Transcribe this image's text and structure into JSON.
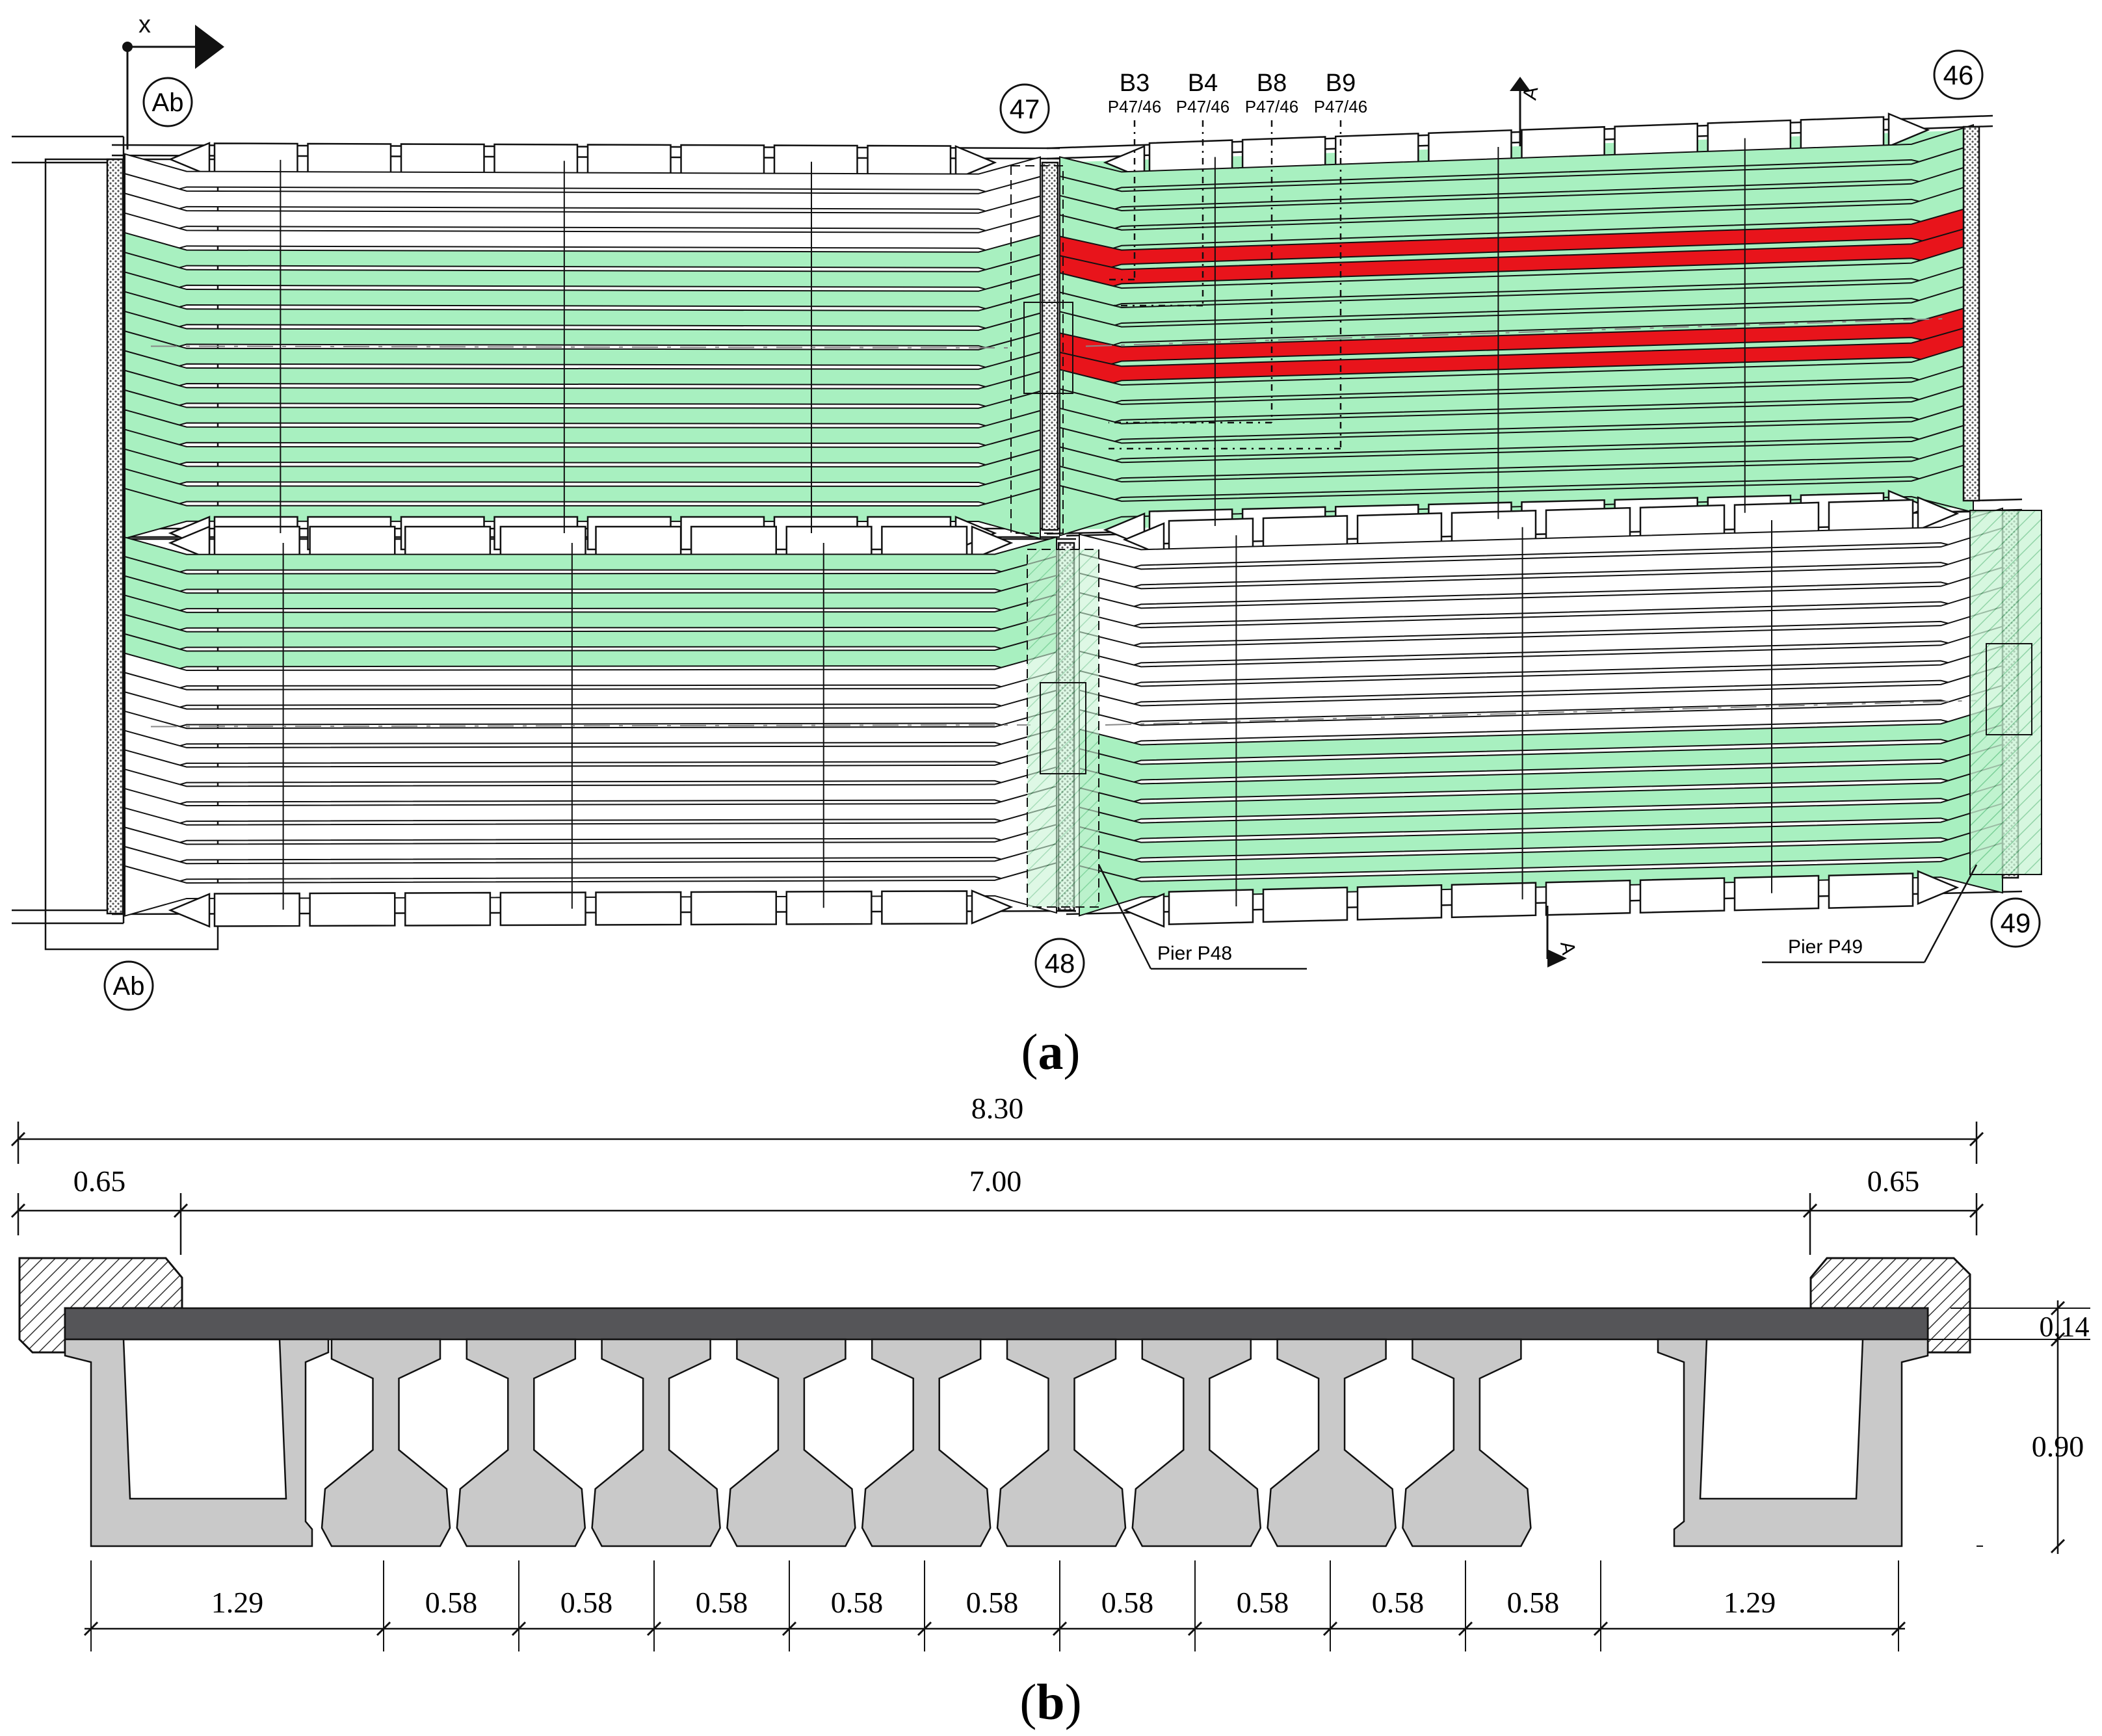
{
  "plan": {
    "axis_label": "x",
    "abutment_label": "Ab",
    "piers": [
      {
        "id": "47"
      },
      {
        "id": "46"
      },
      {
        "id": "48"
      },
      {
        "id": "49"
      }
    ],
    "beams": [
      {
        "id": "B3",
        "location": "P47/46"
      },
      {
        "id": "B4",
        "location": "P47/46"
      },
      {
        "id": "B8",
        "location": "P47/46"
      },
      {
        "id": "B9",
        "location": "P47/46"
      }
    ],
    "section_mark": "A",
    "pier_callouts": [
      "Pier P48",
      "Pier P49"
    ],
    "caption": "(a)",
    "colors": {
      "highlight": "#a8f0c0",
      "damaged": "#e8141b",
      "line": "#1a1a1a"
    }
  },
  "section": {
    "caption": "(b)",
    "total_width": "8.30",
    "side_width_left": "0.65",
    "carriageway_width": "7.00",
    "side_width_right": "0.65",
    "slab_thickness": "0,14",
    "beam_depth": "0.90",
    "bottom_dims": [
      "1.29",
      "0.58",
      "0.58",
      "0.58",
      "0.58",
      "0.58",
      "0.58",
      "0.58",
      "0.58",
      "0.58",
      "1.29"
    ],
    "colors": {
      "concrete": "#c9c9c9",
      "slab": "#555558",
      "hatch": "#333333"
    }
  }
}
